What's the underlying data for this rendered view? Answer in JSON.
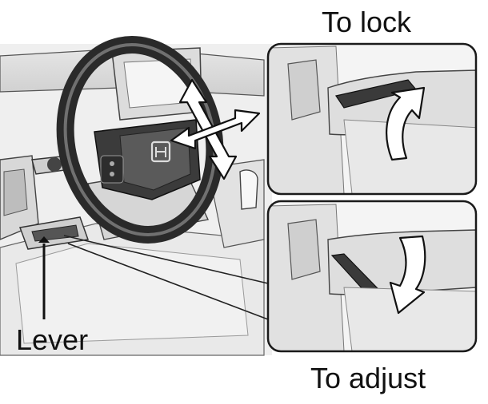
{
  "figure": {
    "labels": {
      "to_lock": "To lock",
      "to_adjust": "To adjust",
      "lever": "Lever"
    },
    "icons": [
      "adjustment-arrows-icon",
      "lock-arrow-icon",
      "adjust-arrow-icon",
      "lever-pointer-icon",
      "steering-emblem-icon"
    ],
    "colors": {
      "line": "#1a1a1a",
      "arrow_fill": "#ffffff",
      "panel_bg": "#f4f4f4",
      "car_bg": "#ececec"
    }
  }
}
